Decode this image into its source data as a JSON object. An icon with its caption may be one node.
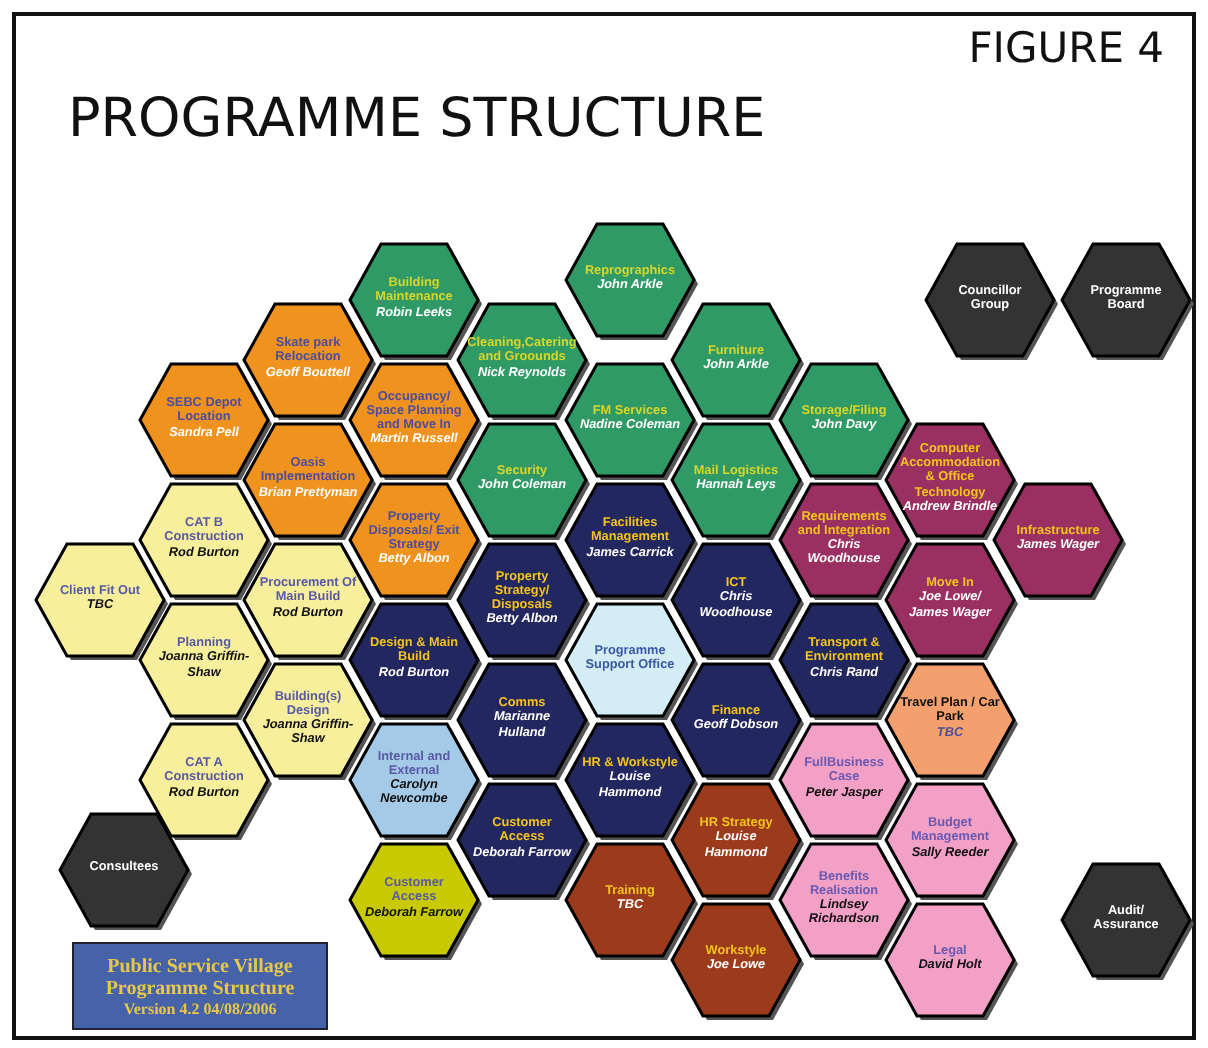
{
  "diagram": {
    "title": "PROGRAMME STRUCTURE",
    "nodes": [
      {
        "text": [
          "Building Maintenance",
          "Robin Leeks"
        ]
      },
      {
        "text": [
          "Skate park Relocation",
          "Geoff Bouttell"
        ]
      },
      {
        "text": [
          "SEBC Depot Location",
          "Sandra Pell"
        ]
      },
      {
        "text": [
          "Occupancy/ Space Planning and Move In",
          "Martin Russell"
        ]
      },
      {
        "text": [
          "Oasis Implementation",
          "Brian Prettyman"
        ]
      },
      {
        "text": [
          "Reprographics",
          "John Arkle"
        ]
      },
      {
        "text": [
          "Cleaning,Catering and Groounds",
          "Nick Reynolds"
        ]
      },
      {
        "text": [
          "FM Services",
          "Nadine Coleman"
        ]
      },
      {
        "text": [
          "Furniture",
          "John Arkle"
        ]
      },
      {
        "text": [
          "Security",
          "John Coleman"
        ]
      },
      {
        "text": [
          "Mail Logistics",
          "Hannah Leys"
        ]
      },
      {
        "text": [
          "Storage/Filing",
          "John Davy"
        ]
      },
      {
        "text": [
          "Councillor Group"
        ]
      },
      {
        "text": [
          "Programme Board"
        ]
      },
      {
        "text": [
          "CAT B Construction",
          "Rod Burton"
        ]
      },
      {
        "text": [
          "Property Disposals/ Exit Strategy",
          "Betty Albon"
        ]
      },
      {
        "text": [
          "Facilities Management",
          "James Carrick"
        ]
      },
      {
        "text": [
          "Computer Accommodation & Office Technology",
          "Andrew Brindle"
        ]
      },
      {
        "text": [
          "Client Fit Out",
          "TBC"
        ]
      },
      {
        "text": [
          "Procurement Of Main Build",
          "Rod Burton"
        ]
      },
      {
        "text": [
          "Property Strategy/ Disposals",
          "Betty Albon"
        ]
      },
      {
        "text": [
          "ICT",
          "Chris Woodhouse"
        ]
      },
      {
        "text": [
          "Requirements and Integration",
          "Chris Woodhouse"
        ]
      },
      {
        "text": [
          "Infrastructure",
          "James Wager"
        ]
      },
      {
        "text": [
          "Planning",
          "Joanna Griffin-Shaw"
        ]
      },
      {
        "text": [
          "Design & Main Build",
          "Rod Burton"
        ]
      },
      {
        "text": [
          "Programme Support Office"
        ]
      },
      {
        "text": [
          "Move In",
          "Joe Lowe/ James Wager"
        ]
      },
      {
        "text": [
          "Building(s) Design",
          "Joanna Griffin-Shaw"
        ]
      },
      {
        "text": [
          "Comms",
          "Marianne Hulland"
        ]
      },
      {
        "text": [
          "Transport & Environment",
          "Chris Rand"
        ]
      },
      {
        "text": [
          "CAT A Construction",
          "Rod Burton"
        ]
      },
      {
        "text": [
          "Internal and External",
          "Carolyn Newcombe"
        ]
      },
      {
        "text": [
          "HR & Workstyle",
          "Louise Hammond"
        ]
      },
      {
        "text": [
          "Finance",
          "Geoff Dobson"
        ]
      },
      {
        "text": [
          "Travel Plan / Car Park",
          "TBC"
        ]
      },
      {
        "text": [
          "Consultees"
        ]
      },
      {
        "text": [
          "Customer Access",
          "Deborah Farrow"
        ]
      },
      {
        "text": [
          "FullBusiness Case",
          "Peter Jasper"
        ]
      },
      {
        "text": [
          "HR Strategy",
          "Louise Hammond"
        ]
      },
      {
        "text": [
          "Budget Management",
          "Sally Reeder"
        ]
      },
      {
        "text": [
          "Customer Access",
          "Deborah Farrow"
        ]
      },
      {
        "text": [
          "Training",
          "TBC"
        ]
      },
      {
        "text": [
          "Benefits Realisation",
          "Lindsey Richardson"
        ]
      },
      {
        "text": [
          "Audit/ Assurance"
        ]
      },
      {
        "text": [
          "Workstyle",
          "Joe Lowe"
        ]
      },
      {
        "text": [
          "Legal",
          "David Holt"
        ]
      }
    ],
    "labels": [
      "FIGURE 4",
      "Public Service Village Programme Structure",
      "Version 4.2  04/08/2006"
    ]
  }
}
